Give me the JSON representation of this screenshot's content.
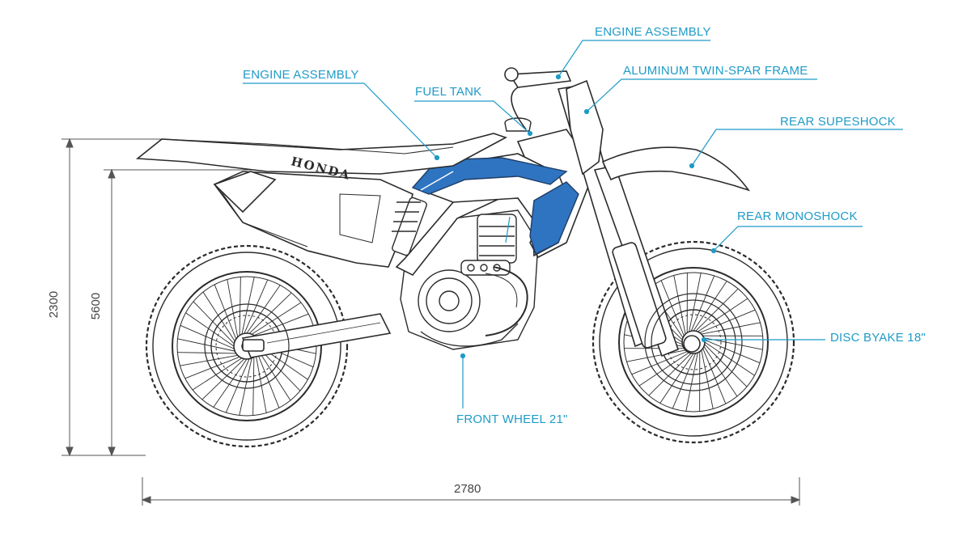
{
  "colors": {
    "callout": "#1f9bc7",
    "line_art": "#2b2b2b",
    "accent_panel": "#2f74c0",
    "dimension": "#444444"
  },
  "brand_text": "HONDA",
  "callouts": [
    {
      "id": "engine-assembly-top",
      "label": "ENGINE ASSEMBLY"
    },
    {
      "id": "aluminum-twin-spar-frame",
      "label": "ALUMINUM TWIN-SPAR FRAME"
    },
    {
      "id": "engine-assembly-left",
      "label": "ENGINE ASSEMBLY"
    },
    {
      "id": "fuel-tank",
      "label": "FUEL TANK"
    },
    {
      "id": "rear-supeshock",
      "label": "REAR SUPESHOCK"
    },
    {
      "id": "rear-monoshock",
      "label": "REAR MONOSHOCK"
    },
    {
      "id": "disc-byake",
      "label": "DISC BYAKE 18\""
    },
    {
      "id": "front-wheel",
      "label": "FRONT WHEEL 21\""
    }
  ],
  "dimensions": {
    "overall_height": "2300",
    "seat_height": "5600",
    "overall_length": "2780"
  }
}
